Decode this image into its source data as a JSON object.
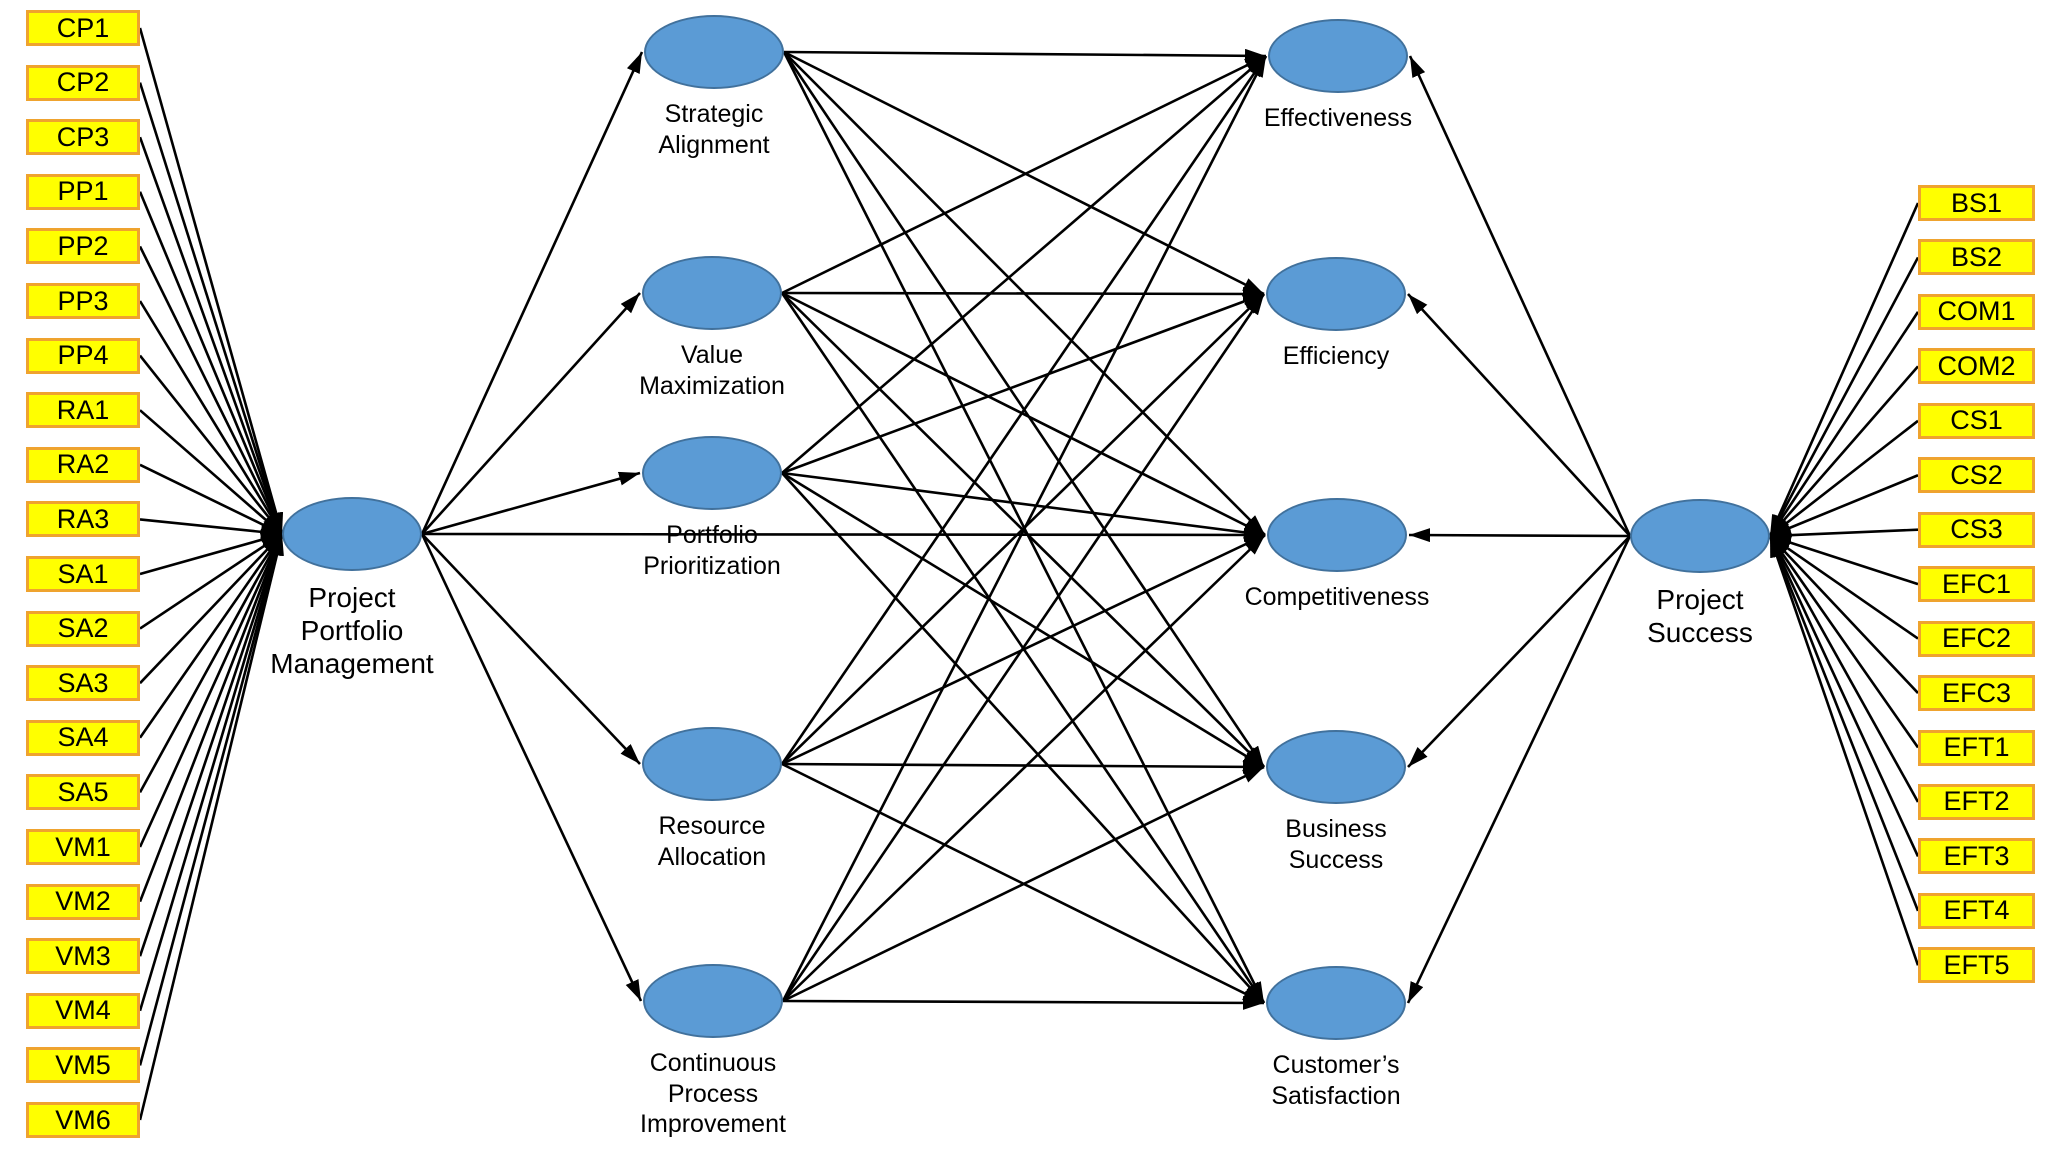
{
  "diagram": {
    "type": "sem-path-model",
    "colors": {
      "ellipse_fill": "#5b9bd5",
      "ellipse_border": "#41719c",
      "box_fill": "#ffff00",
      "box_border": "#efa32e",
      "line": "#000000",
      "background": "#ffffff"
    },
    "left_indicators": [
      "CP1",
      "CP2",
      "CP3",
      "PP1",
      "PP2",
      "PP3",
      "PP4",
      "RA1",
      "RA2",
      "RA3",
      "SA1",
      "SA2",
      "SA3",
      "SA4",
      "SA5",
      "VM1",
      "VM2",
      "VM3",
      "VM4",
      "VM5",
      "VM6"
    ],
    "right_indicators": [
      "BS1",
      "BS2",
      "COM1",
      "COM2",
      "CS1",
      "CS2",
      "CS3",
      "EFC1",
      "EFC2",
      "EFC3",
      "EFT1",
      "EFT2",
      "EFT3",
      "EFT4",
      "EFT5"
    ],
    "constructs": [
      {
        "id": "ppm",
        "label": "Project\nPortfolio\nManagement",
        "role": "exogenous"
      },
      {
        "id": "sa",
        "label": "Strategic\nAlignment",
        "role": "mediator"
      },
      {
        "id": "vm",
        "label": "Value\nMaximization",
        "role": "mediator"
      },
      {
        "id": "pp",
        "label": "Portfolio\nPrioritization",
        "role": "mediator"
      },
      {
        "id": "ra",
        "label": "Resource\nAllocation",
        "role": "mediator"
      },
      {
        "id": "cpi",
        "label": "Continuous\nProcess\nImprovement",
        "role": "mediator"
      },
      {
        "id": "eff",
        "label": "Effectiveness",
        "role": "outcome"
      },
      {
        "id": "efi",
        "label": "Efficiency",
        "role": "outcome"
      },
      {
        "id": "com",
        "label": "Competitiveness",
        "role": "outcome"
      },
      {
        "id": "bs",
        "label": "Business\nSuccess",
        "role": "outcome"
      },
      {
        "id": "cs",
        "label": "Customer’s\nSatisfaction",
        "role": "outcome"
      },
      {
        "id": "ps",
        "label": "Project\nSuccess",
        "role": "endogenous"
      }
    ],
    "edges": {
      "measurement_left_target": "ppm",
      "measurement_right_target": "ps",
      "structural": [
        [
          "ppm",
          "sa"
        ],
        [
          "ppm",
          "vm"
        ],
        [
          "ppm",
          "pp"
        ],
        [
          "ppm",
          "ra"
        ],
        [
          "ppm",
          "cpi"
        ],
        [
          "ppm",
          "com"
        ],
        [
          "sa",
          "eff"
        ],
        [
          "sa",
          "efi"
        ],
        [
          "sa",
          "com"
        ],
        [
          "sa",
          "bs"
        ],
        [
          "sa",
          "cs"
        ],
        [
          "vm",
          "eff"
        ],
        [
          "vm",
          "efi"
        ],
        [
          "vm",
          "com"
        ],
        [
          "vm",
          "bs"
        ],
        [
          "vm",
          "cs"
        ],
        [
          "pp",
          "eff"
        ],
        [
          "pp",
          "efi"
        ],
        [
          "pp",
          "com"
        ],
        [
          "pp",
          "bs"
        ],
        [
          "pp",
          "cs"
        ],
        [
          "ra",
          "eff"
        ],
        [
          "ra",
          "efi"
        ],
        [
          "ra",
          "com"
        ],
        [
          "ra",
          "bs"
        ],
        [
          "ra",
          "cs"
        ],
        [
          "cpi",
          "eff"
        ],
        [
          "cpi",
          "efi"
        ],
        [
          "cpi",
          "com"
        ],
        [
          "cpi",
          "bs"
        ],
        [
          "cpi",
          "cs"
        ],
        [
          "ps",
          "eff"
        ],
        [
          "ps",
          "efi"
        ],
        [
          "ps",
          "com"
        ],
        [
          "ps",
          "bs"
        ],
        [
          "ps",
          "cs"
        ]
      ]
    }
  }
}
